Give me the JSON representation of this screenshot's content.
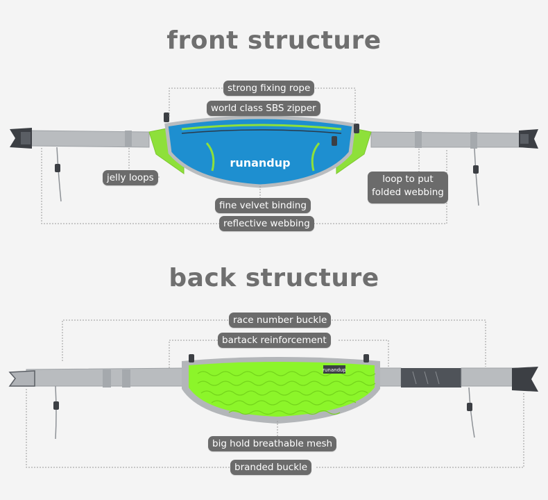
{
  "front": {
    "title": "front structure",
    "labels": {
      "strong_fixing_rope": "strong fixing rope",
      "sbs_zipper": "world class SBS zipper",
      "jelly_loops": "jelly loops",
      "loop_line1": "loop to put",
      "loop_line2": "folded webbing",
      "velvet_binding": "fine velvet binding",
      "reflective_webbing": "reflective webbing"
    },
    "logo_text": "runandup"
  },
  "back": {
    "title": "back structure",
    "labels": {
      "race_number_buckle": "race number buckle",
      "bartack_reinforcement": "bartack reinforcement",
      "breathable_mesh": "big hold breathable mesh",
      "branded_buckle": "branded buckle"
    },
    "logo_text": "runandup"
  },
  "colors": {
    "background": "#f4f4f4",
    "pill": "#6b6b6b",
    "webbing": "#b9bcbf",
    "pouch_blue": "#1e8fd0",
    "accent_green": "#8ee03a",
    "mesh_green": "#8cf52a"
  }
}
